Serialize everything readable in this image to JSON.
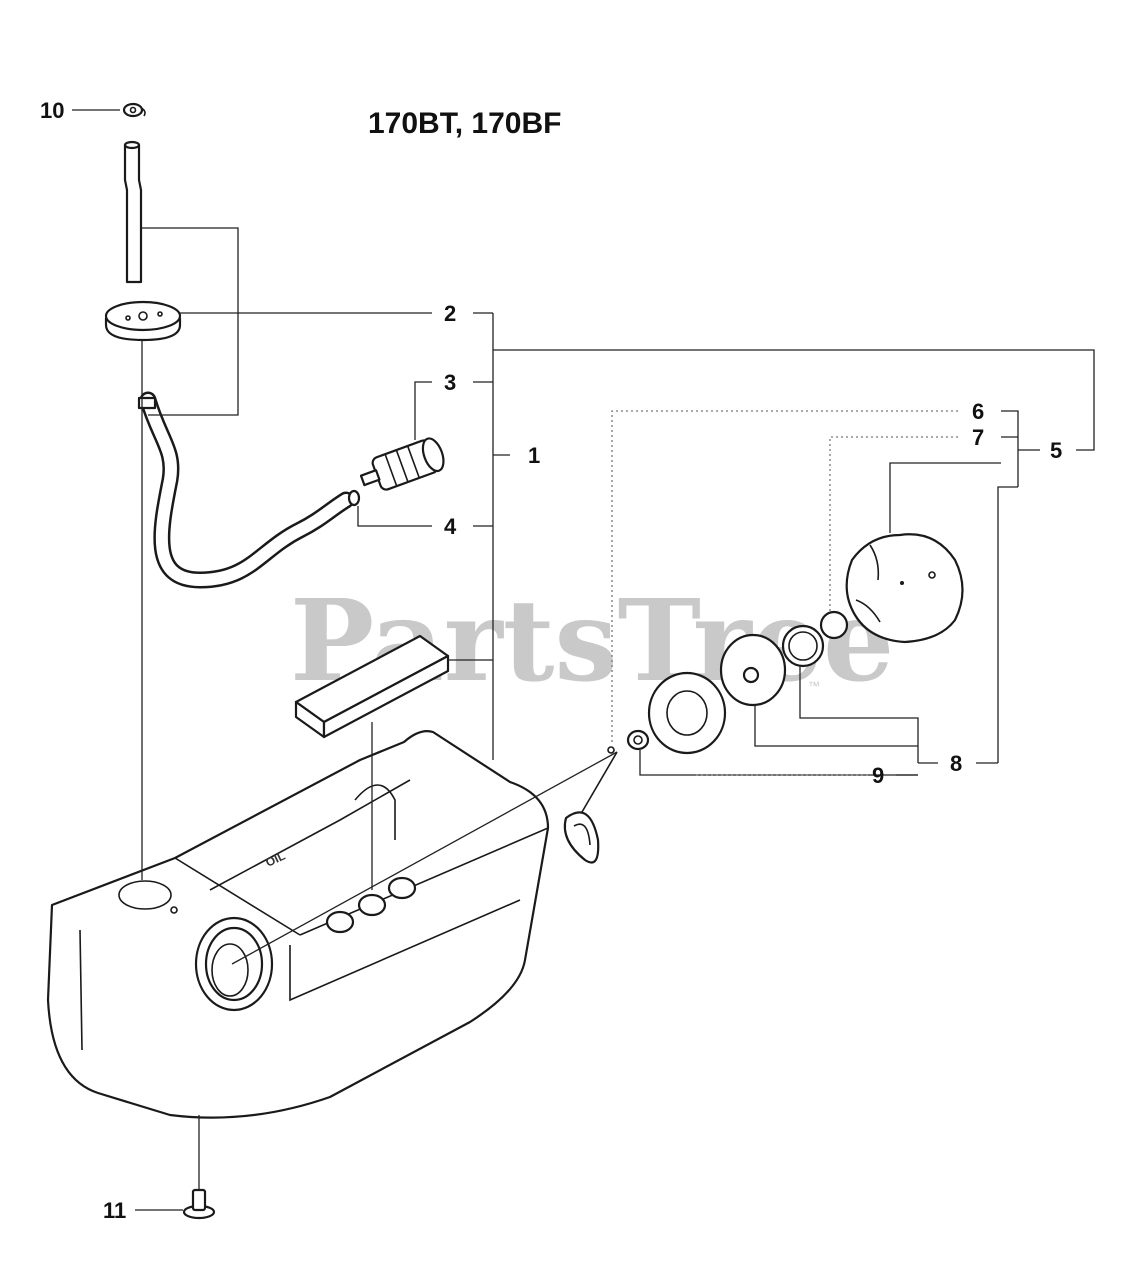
{
  "title": "170BT, 170BF",
  "watermark": "PartsTree",
  "watermark_tm": "™",
  "callouts": {
    "c1": "1",
    "c2": "2",
    "c3": "3",
    "c4": "4",
    "c5": "5",
    "c6": "6",
    "c7": "7",
    "c8": "8",
    "c9": "9",
    "c10": "10",
    "c11": "11"
  },
  "tank_mark": "OIL"
}
